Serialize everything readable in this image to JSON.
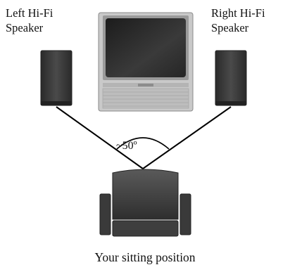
{
  "labels": {
    "left_speaker": "Left Hi-Fi\nSpeaker",
    "right_speaker": "Right Hi-Fi\nSpeaker",
    "angle": "~50º",
    "seat": "Your sitting position"
  },
  "colors": {
    "speaker": "#3c3c3c",
    "tv_body": "#c8c8c8",
    "tv_screen": "#2e2e2e",
    "chair": "#444444",
    "lines": "#000000"
  }
}
